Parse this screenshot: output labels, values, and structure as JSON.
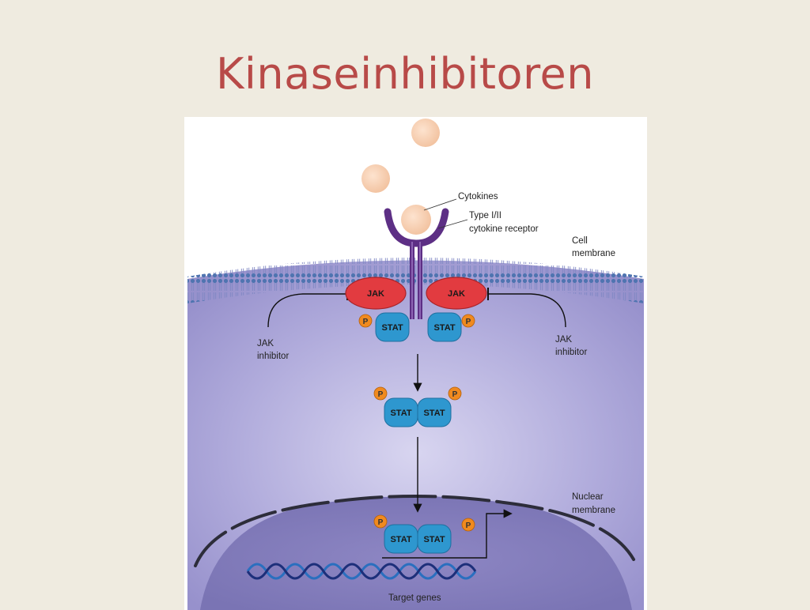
{
  "slide": {
    "title": "Kinaseinhibitoren"
  },
  "diagram": {
    "labels": {
      "cytokines": "Cytokines",
      "receptor_line1": "Type I/II",
      "receptor_line2": "cytokine receptor",
      "cell_membrane_line1": "Cell",
      "cell_membrane_line2": "membrane",
      "jak_inhibitor_left_line1": "JAK",
      "jak_inhibitor_left_line2": "inhibitor",
      "jak_inhibitor_right_line1": "JAK",
      "jak_inhibitor_right_line2": "inhibitor",
      "nuclear_membrane_line1": "Nuclear",
      "nuclear_membrane_line2": "membrane",
      "target_genes": "Target genes"
    },
    "proteins": {
      "jak": "JAK",
      "stat": "STAT",
      "phospho": "P"
    },
    "colors": {
      "cytoplasm": "#a8a2d6",
      "cytokine": "#f5c9a8",
      "receptor": "#6a3d8f",
      "jak": "#e03a3f",
      "stat": "#2e97cf",
      "phospho": "#f08a1f",
      "dna": "#2e7fc9"
    }
  }
}
